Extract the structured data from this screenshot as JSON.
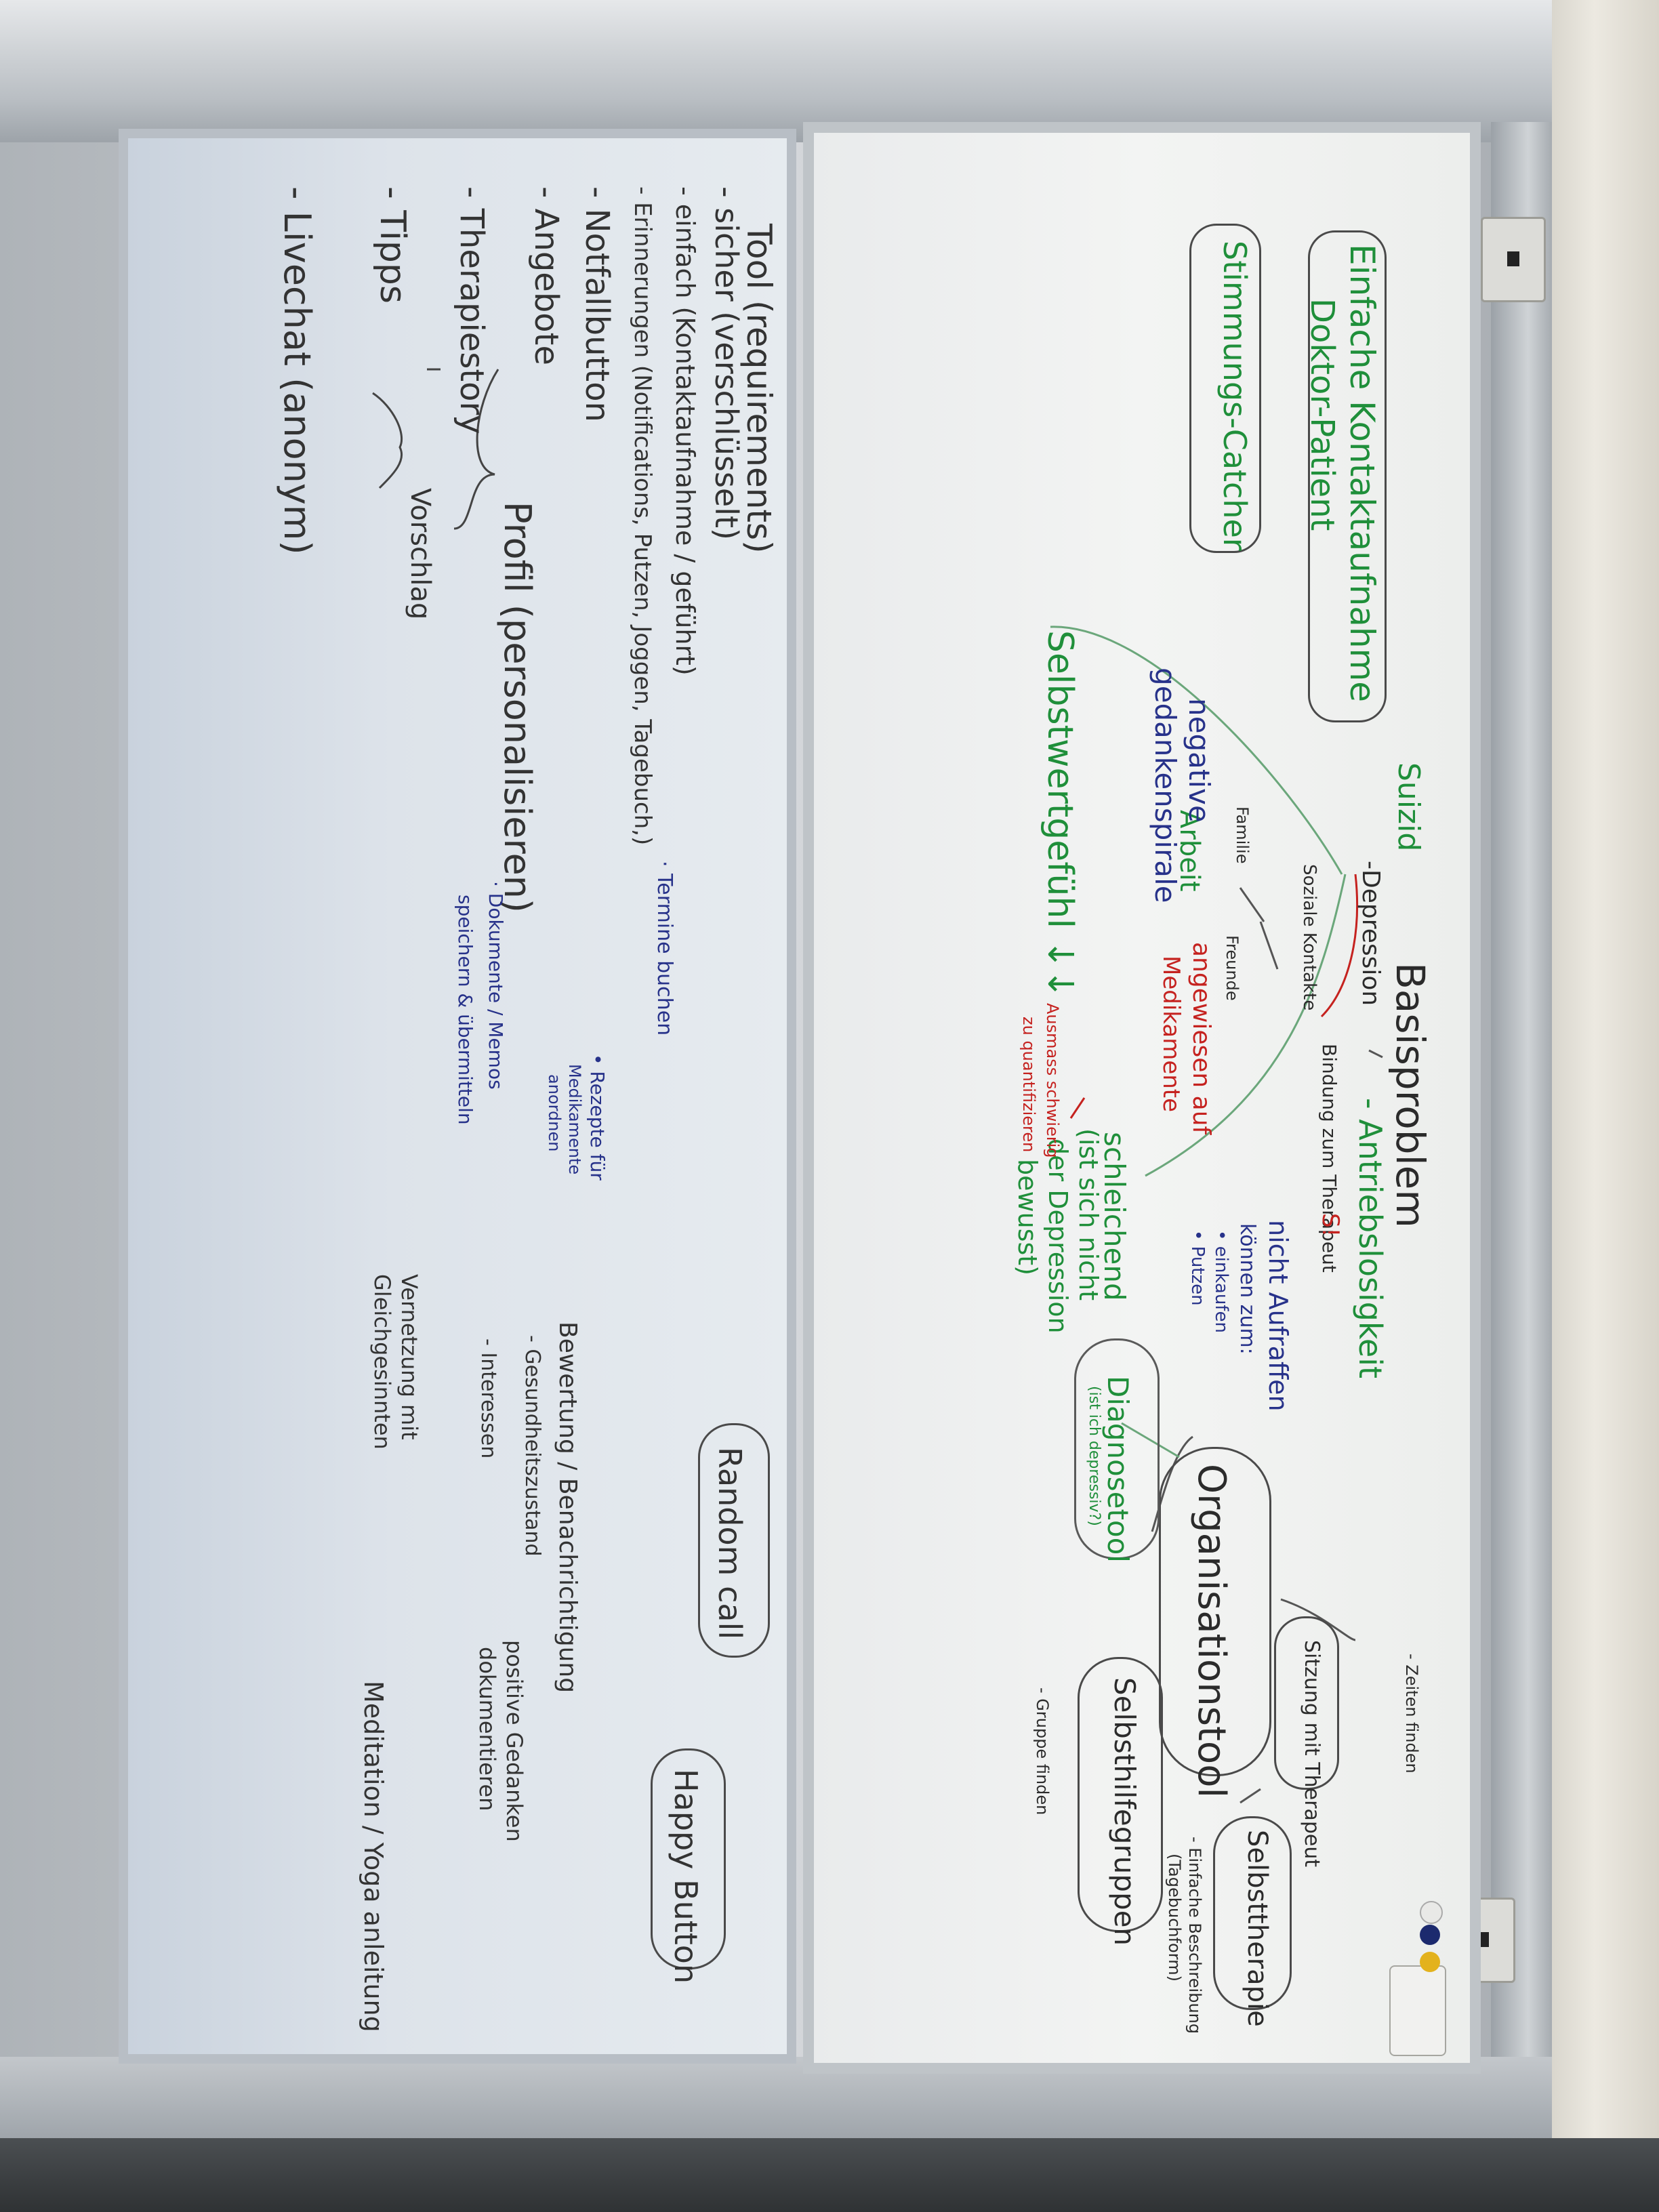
{
  "colors": {
    "black": "#2b2b2b",
    "green": "#1f8f3a",
    "blue": "#27328a",
    "red": "#c5221f"
  },
  "right_board": {
    "heading": "Basisproblem",
    "depression": "-Depression",
    "antrieb": "- Antriebslosigkeit",
    "suizid": "Suizid",
    "kontakt_line1": "Einfache Kontaktaufnahme",
    "kontakt_line2": "Doktor-Patient",
    "stimmung": "Stimmungs-Catcher",
    "bindung": "Bindung zum Therapeut",
    "s_mark": "S!",
    "nicht_aufraffen": "nicht Aufraffen",
    "koennen_zum": "können zum:",
    "koennen_items": [
      "• einkaufen",
      "• Putzen"
    ],
    "soziale_kontakte": "Soziale Kontakte",
    "familie": "Familie",
    "freunde": "Freunde",
    "arbeit": "Arbeit",
    "negative": "negative",
    "gedanken": "gedankenspirale",
    "selbstwert": "Selbstwertgefühl ↓↓",
    "angewiesen": "angewiesen auf",
    "medikamente": "Medikamente",
    "schleichend": "schleichend",
    "ist_sich": "(ist sich nicht",
    "der_depression": "der Depression",
    "bewusst": "bewusst)",
    "ausmass": "Ausmass schwierig",
    "quantifizieren": "zu quantifizieren",
    "diagnosetool": "Diagnosetool",
    "diagnose_sub": "(ist ich depressiv?)",
    "organisationstool": "Organisationstool",
    "sitzung": "Sitzung mit Therapeut",
    "zeiten_finden": "- Zeiten finden",
    "selbsthilfe": "Selbsthilfegruppen",
    "gruppe_finden": "- Gruppe finden",
    "selbsttherapie": "Selbsttherapie",
    "selbsttherapie_sub1": "- Einfache Beschreibung",
    "selbsttherapie_sub2": "(Tagebuchform)"
  },
  "left_board": {
    "tool": "Tool (requirements)",
    "items": [
      "- sicher (verschlüsselt)",
      "- einfach (Kontaktaufnahme / geführt)",
      "- Erinnerungen (Notifications, Putzen, Joggen, Tagebuch,)",
      "- Notfallbutton",
      "- Angebote",
      "- Therapiestory",
      "- Tipps",
      "- Livechat (anonym)"
    ],
    "profil": "Profil (personalisieren)",
    "vorschlag": "Vorschlag",
    "termine": "· Termine buchen",
    "dokumente1": "· Dokumente / Memos",
    "dokumente2": "speichern & übermitteln",
    "rezepte1": "• Rezepte für",
    "rezepte2": "Medikamente",
    "rezepte3": "anordnen",
    "bewertung": "Bewertung / Benachrichtigung",
    "gesundheit": "- Gesundheitszustand",
    "interessen": "- Interessen",
    "vernetzung1": "Vernetzung mit",
    "vernetzung2": "Gleichgesinnten",
    "random_call": "Random call",
    "happy_button": "Happy Button",
    "positive1": "positive Gedanken",
    "positive2": "dokumentieren",
    "meditation": "Meditation / Yoga anleitung"
  }
}
